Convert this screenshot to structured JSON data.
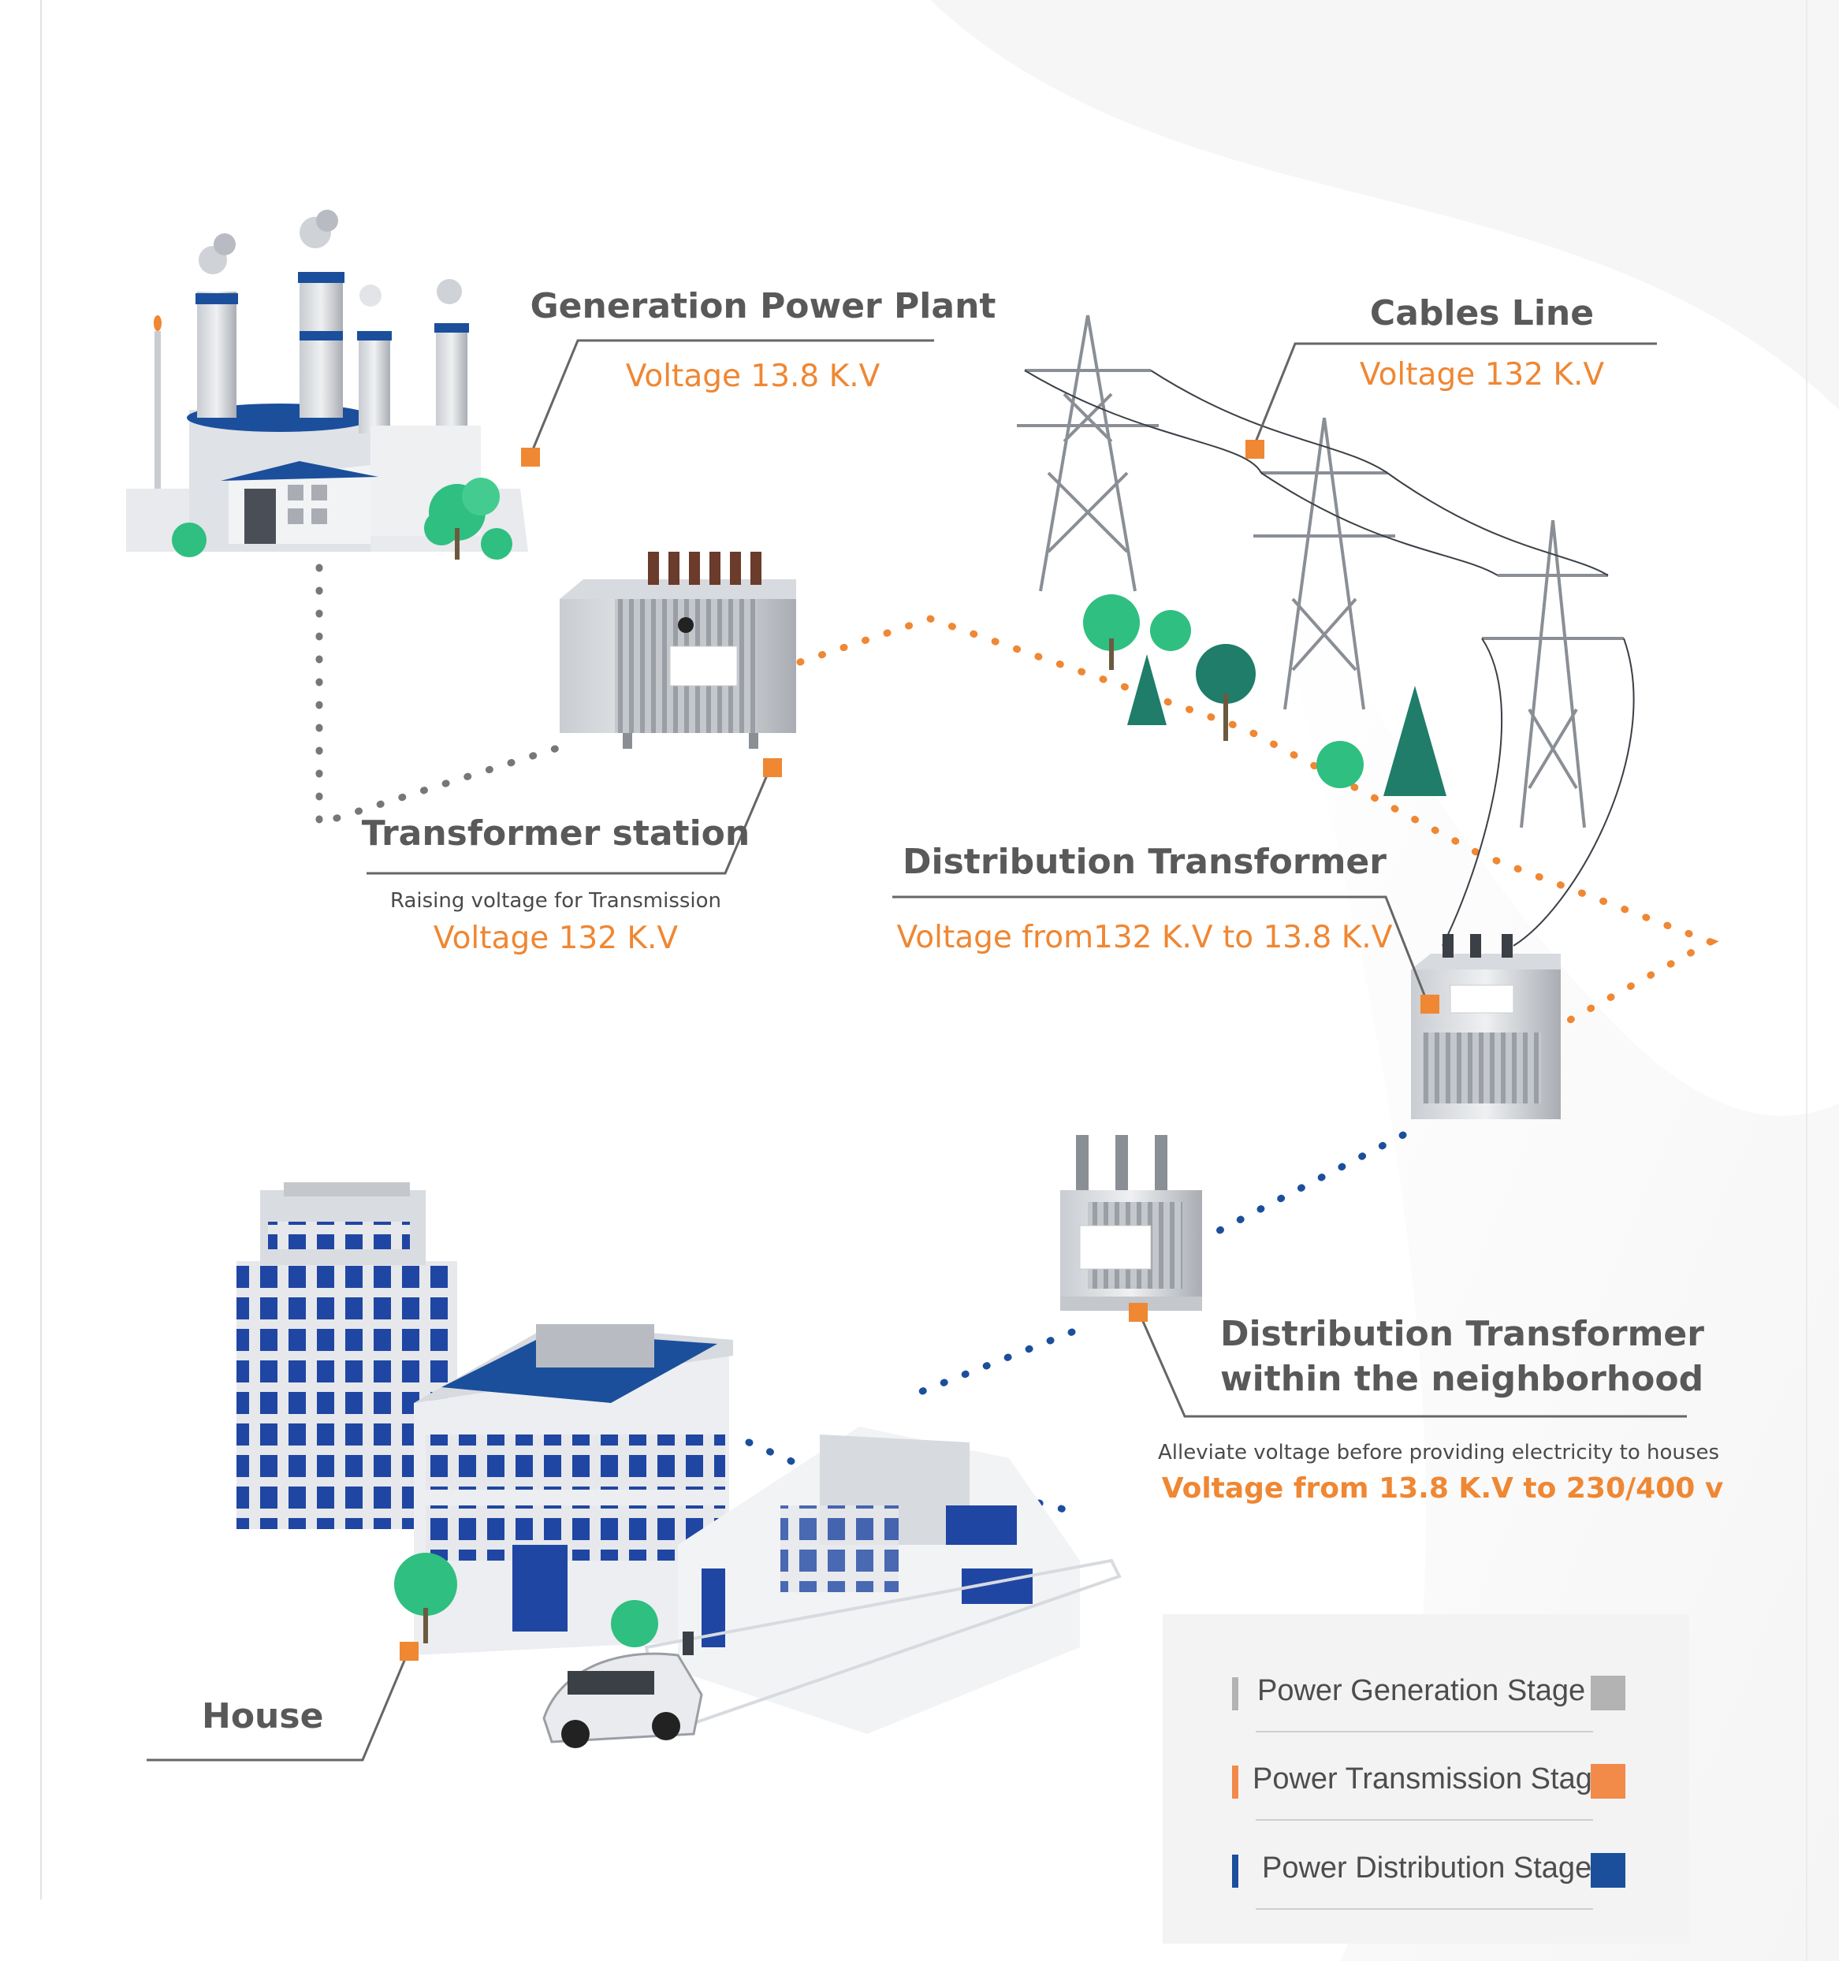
{
  "labels": {
    "plant_title": "Generation Power Plant",
    "plant_voltage": "Voltage 13.8 K.V",
    "cables_title": "Cables Line",
    "cables_voltage": "Voltage 132 K.V",
    "transformer_title": "Transformer station",
    "transformer_sub": "Raising voltage for Transmission",
    "transformer_voltage": "Voltage 132 K.V",
    "dist_title": "Distribution Transformer",
    "dist_voltage": "Voltage from132 K.V to 13.8 K.V",
    "nbhd_title_1": "Distribution Transformer",
    "nbhd_title_2": "within the neighborhood",
    "nbhd_sub": "Alleviate voltage before providing electricity to houses",
    "nbhd_voltage": "Voltage from 13.8 K.V to 230/400 v",
    "house_title": "House"
  },
  "legend": {
    "items": [
      {
        "label": "Power Generation Stage",
        "color": "#b3b3b3"
      },
      {
        "label": "Power Transmission Stage",
        "color": "#f28a4a"
      },
      {
        "label": "Power Distribution Stage",
        "color": "#1b4f9c"
      }
    ]
  },
  "colors": {
    "accent_orange": "#ef8733",
    "generation_gray": "#777777",
    "distribution_blue": "#1b4f9c",
    "title_gray": "#595959",
    "tree_green": "#2fbf80",
    "building_blue": "#2046a3"
  }
}
